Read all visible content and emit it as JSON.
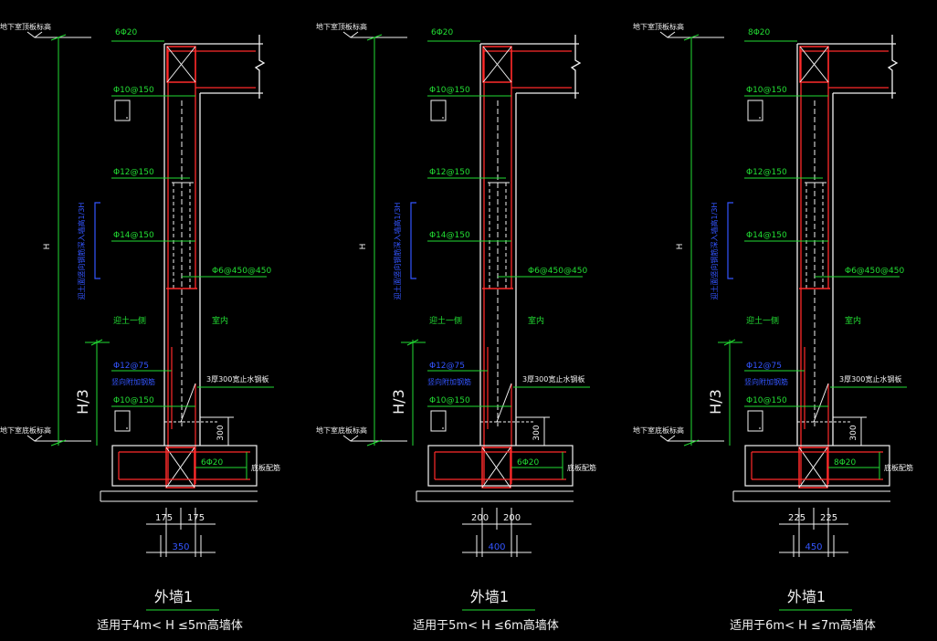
{
  "labels": {
    "top_elev": "地下室顶板标高",
    "bottom_elev": "地下室底板标高",
    "bar_phi10_150": "Φ10@150",
    "bar_phi12_150": "Φ12@150",
    "bar_phi14_150": "Φ14@150",
    "bar_phi6_450": "Φ6@450@450",
    "bar_phi12_75": "Φ12@75",
    "bar_phi10_150_low": "Φ10@150",
    "soil_side": "迎土一侧",
    "indoor": "室内",
    "waterstop": "3厚300宽止水钢板",
    "extra_bars": "竖向附加钢筋",
    "side_note": "迎土面竖向钢筋深入墙高1/3H",
    "base_rebar": "底板配筋",
    "h_label": "H",
    "h3_label": "H/3",
    "dim_300": "300"
  },
  "panels": [
    {
      "top_bars": "6Φ20",
      "base_bars": "6Φ20",
      "half_left": "175",
      "half_right": "175",
      "total_width": "350",
      "title": "外墙1",
      "subtitle": "适用于4m< H ≤5m高墙体"
    },
    {
      "top_bars": "6Φ20",
      "base_bars": "6Φ20",
      "half_left": "200",
      "half_right": "200",
      "total_width": "400",
      "title": "外墙1",
      "subtitle": "适用于5m< H ≤6m高墙体"
    },
    {
      "top_bars": "8Φ20",
      "base_bars": "8Φ20",
      "half_left": "225",
      "half_right": "225",
      "total_width": "450",
      "title": "外墙1",
      "subtitle": "适用于6m< H ≤7m高墙体"
    }
  ],
  "colors": {
    "background": "#000000",
    "outline": "#f2f2f2",
    "rebar": "#ff2a2a",
    "dimension": "#22dd33",
    "annotation": "#3355ff"
  }
}
